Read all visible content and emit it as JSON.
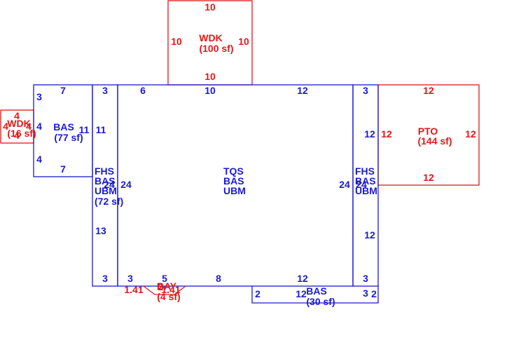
{
  "colors": {
    "existing": "#1a1ad0",
    "addition": "#e01818",
    "background": "#ffffff"
  },
  "areas": {
    "wdk_top": {
      "code": "WDK",
      "area": "(100 sf)",
      "dims": {
        "top": "10",
        "left": "10",
        "right": "10",
        "bottom": "10"
      }
    },
    "pto": {
      "code": "PTO",
      "area": "(144 sf)",
      "dims": {
        "top": "12",
        "left": "12",
        "right": "12",
        "bottom": "12"
      }
    },
    "wdk_left": {
      "code": "WDK",
      "area": "(16 sf)",
      "dims": {
        "top": "4",
        "left": "4",
        "right": "4",
        "bottom": "4"
      }
    },
    "bas_left": {
      "code": "BAS",
      "area": "(77 sf)",
      "dims": {
        "top": "7",
        "top_left": "3",
        "left_upper": "4",
        "left_lower": "4",
        "right": "11",
        "bottom": "7"
      }
    },
    "fhs_left": {
      "line1": "FHS",
      "line2": "BAS",
      "line3": "UBM",
      "area": "(72 sf)",
      "dims": {
        "top": "3",
        "side_upper": "11",
        "side_mid": "24",
        "side_lower": "13",
        "bottom": "3",
        "right": "24"
      }
    },
    "main": {
      "line1": "TQS",
      "line2": "BAS",
      "line3": "UBM",
      "dims": {
        "top_a": "6",
        "top_b": "10",
        "top_c": "12",
        "bottom_a": "3",
        "bottom_b": "5",
        "bottom_c": "8",
        "bottom_d": "12"
      }
    },
    "fhs_right": {
      "line1": "FHS",
      "line2": "BAS",
      "line3": "UBM",
      "dims": {
        "top": "3",
        "side_upper": "12",
        "left": "24",
        "side_mid": "24",
        "side_lower": "12",
        "bottom": "3"
      }
    },
    "bay": {
      "code": "BAY",
      "area": "(4 sf)",
      "dims": {
        "left": "1.41",
        "top": "2",
        "right": "1.41"
      }
    },
    "bas_bottom": {
      "code": "BAS",
      "area": "(30 sf)",
      "dims": {
        "left": "2",
        "top": "12",
        "right_a": "3",
        "right_b": "2"
      }
    }
  }
}
